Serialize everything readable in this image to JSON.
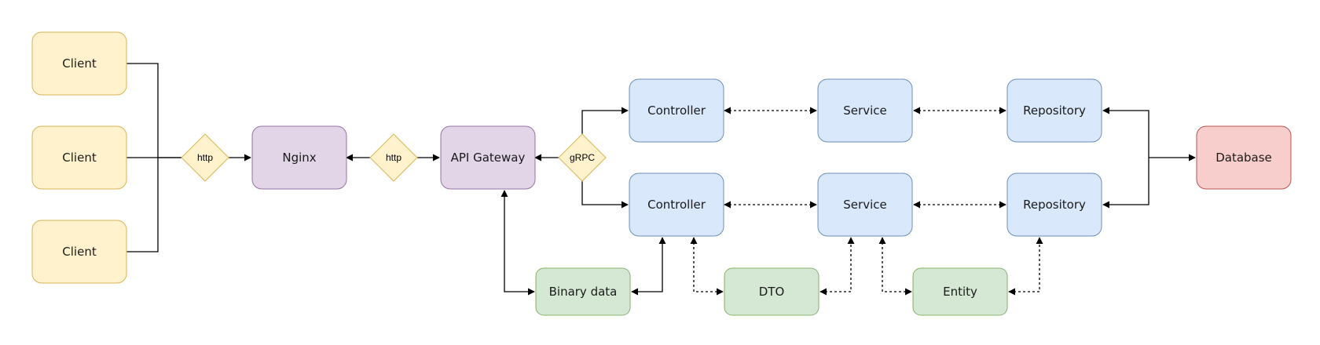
{
  "palette": {
    "yellow_fill": "#fff2cc",
    "yellow_stroke": "#d6b656",
    "purple_fill": "#e1d5e7",
    "purple_stroke": "#9673a6",
    "blue_fill": "#dae8fc",
    "blue_stroke": "#6c8ebf",
    "green_fill": "#d5e8d4",
    "green_stroke": "#82b366",
    "red_fill": "#f8cecc",
    "red_stroke": "#b85450"
  },
  "nodes": {
    "client1": {
      "label": "Client",
      "color": "yellow"
    },
    "client2": {
      "label": "Client",
      "color": "yellow"
    },
    "client3": {
      "label": "Client",
      "color": "yellow"
    },
    "http1": {
      "label": "http",
      "color": "yellow"
    },
    "nginx": {
      "label": "Nginx",
      "color": "purple"
    },
    "http2": {
      "label": "http",
      "color": "yellow"
    },
    "gateway": {
      "label": "API Gateway",
      "color": "purple"
    },
    "grpc": {
      "label": "gRPC",
      "color": "yellow"
    },
    "controller1": {
      "label": "Controller",
      "color": "blue"
    },
    "controller2": {
      "label": "Controller",
      "color": "blue"
    },
    "service1": {
      "label": "Service",
      "color": "blue"
    },
    "service2": {
      "label": "Service",
      "color": "blue"
    },
    "repository1": {
      "label": "Repository",
      "color": "blue"
    },
    "repository2": {
      "label": "Repository",
      "color": "blue"
    },
    "database": {
      "label": "Database",
      "color": "red"
    },
    "binary": {
      "label": "Binary data",
      "color": "green"
    },
    "dto": {
      "label": "DTO",
      "color": "green"
    },
    "entity": {
      "label": "Entity",
      "color": "green"
    }
  }
}
